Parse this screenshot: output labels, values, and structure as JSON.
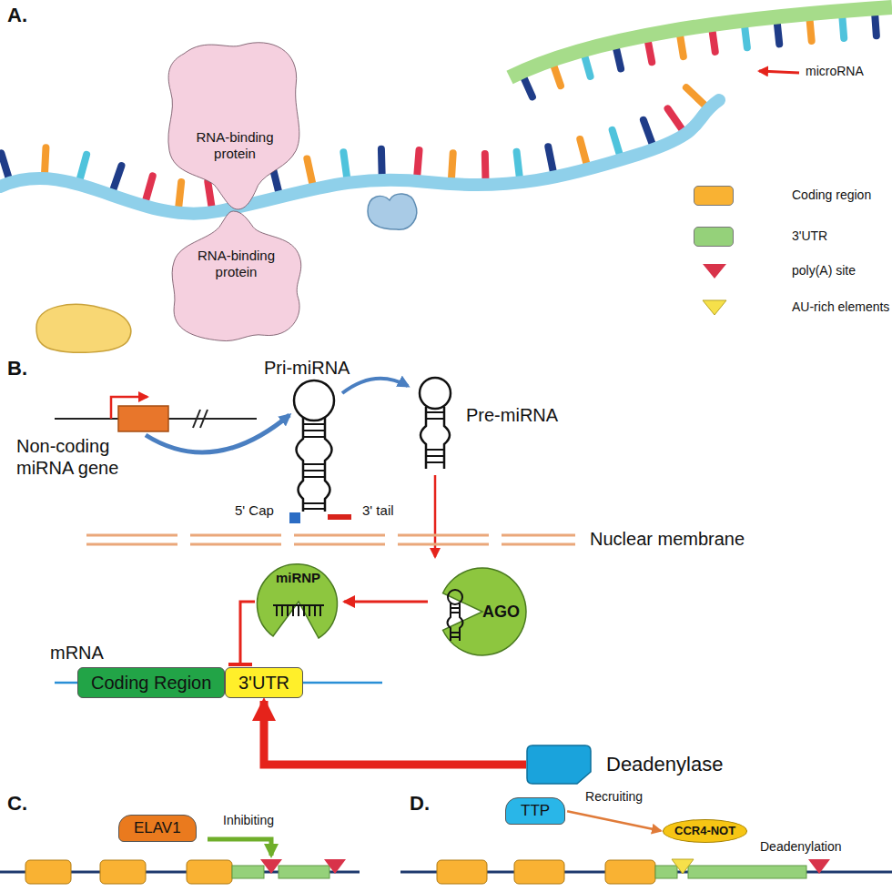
{
  "diagram": {
    "nodes": [
      {
        "text": [
          "RNA-binding protein"
        ]
      },
      {
        "text": [
          "RNA-binding protein"
        ]
      },
      {
        "text": [
          "AGO"
        ]
      },
      {
        "text": [
          "miRNP"
        ]
      },
      {
        "text": [
          "Coding Region"
        ]
      },
      {
        "text": [
          "3'UTR"
        ]
      },
      {
        "text": [
          "Deadenylase"
        ]
      },
      {
        "text": [
          "ELAV1"
        ]
      },
      {
        "text": [
          "TTP"
        ]
      },
      {
        "text": [
          "CCR4-NOT"
        ]
      }
    ],
    "edges": [
      {
        "from": 2,
        "to": 3,
        "arrow": "to"
      },
      {
        "from": 3,
        "to": 5,
        "arrow": "to"
      },
      {
        "from": 6,
        "to": 5,
        "arrow": "to"
      },
      {
        "from": 8,
        "to": 9,
        "label": "Recruiting",
        "arrow": "to"
      }
    ],
    "labels": [
      "A.",
      "microRNA",
      "B.",
      "Pri-miRNA",
      "Non-coding miRNA gene",
      "5' Cap",
      "3' tail",
      "Pre-miRNA",
      "Nuclear membrane",
      "mRNA",
      "C.",
      "Inhibiting",
      "D.",
      "Deadenylation"
    ],
    "legend": [
      {
        "text": "Coding region",
        "color": "#f9b233"
      },
      {
        "text": "3'UTR",
        "color": "#95d17a"
      },
      {
        "text": "poly(A) site"
      },
      {
        "text": "AU-rich elements"
      }
    ]
  }
}
